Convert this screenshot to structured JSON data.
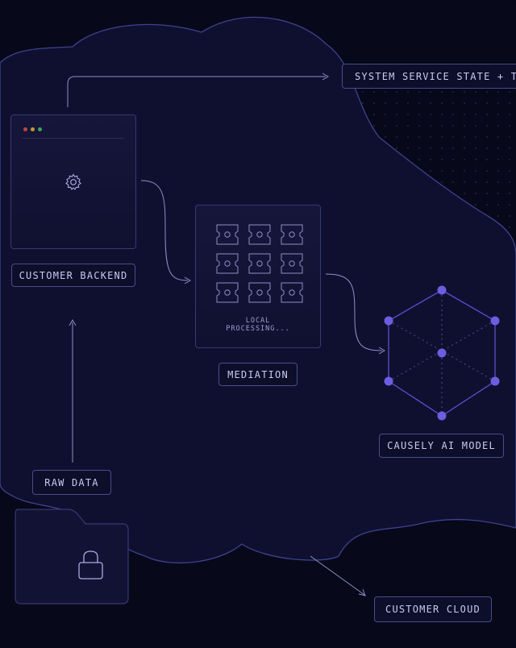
{
  "labels": {
    "system_state": "SYSTEM SERVICE STATE + T",
    "customer_backend": "CUSTOMER BACKEND",
    "mediation": "MEDIATION",
    "raw_data": "RAW DATA",
    "causely_ai_model": "CAUSELY AI MODEL",
    "customer_cloud": "CUSTOMER CLOUD",
    "local_processing_line1": "LOCAL",
    "local_processing_line2": "PROCESSING..."
  },
  "colors": {
    "background": "#070819",
    "cloud_fill": "#0f1030",
    "cloud_stroke": "#3f4190",
    "node": "#6b5ee0",
    "line": "#8d8fc4",
    "window_dot_red": "#c0433f",
    "window_dot_yellow": "#c59a2c",
    "window_dot_green": "#3da35d"
  },
  "icons": {
    "backend": "gear-icon",
    "cloud_storage": "lock-icon",
    "processing": "chip-icon"
  }
}
